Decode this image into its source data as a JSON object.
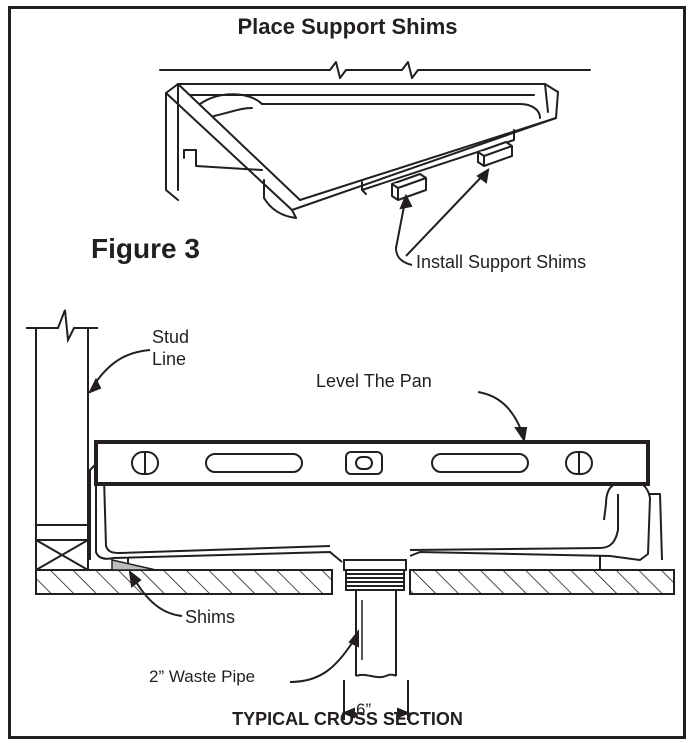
{
  "title": "Place Support Shims",
  "figure_label": "Figure 3",
  "annotations": {
    "install_support_shims": "Install Support Shims",
    "stud_line_1": "Stud",
    "stud_line_2": "Line",
    "level_the_pan": "Level The Pan",
    "shims": "Shims",
    "waste_pipe": "2” Waste Pipe",
    "dimension": "6”"
  },
  "caption": "TYPICAL CROSS SECTION",
  "colors": {
    "ink": "#231f20",
    "shim_fill": "#bdbdbd",
    "background": "#ffffff"
  }
}
